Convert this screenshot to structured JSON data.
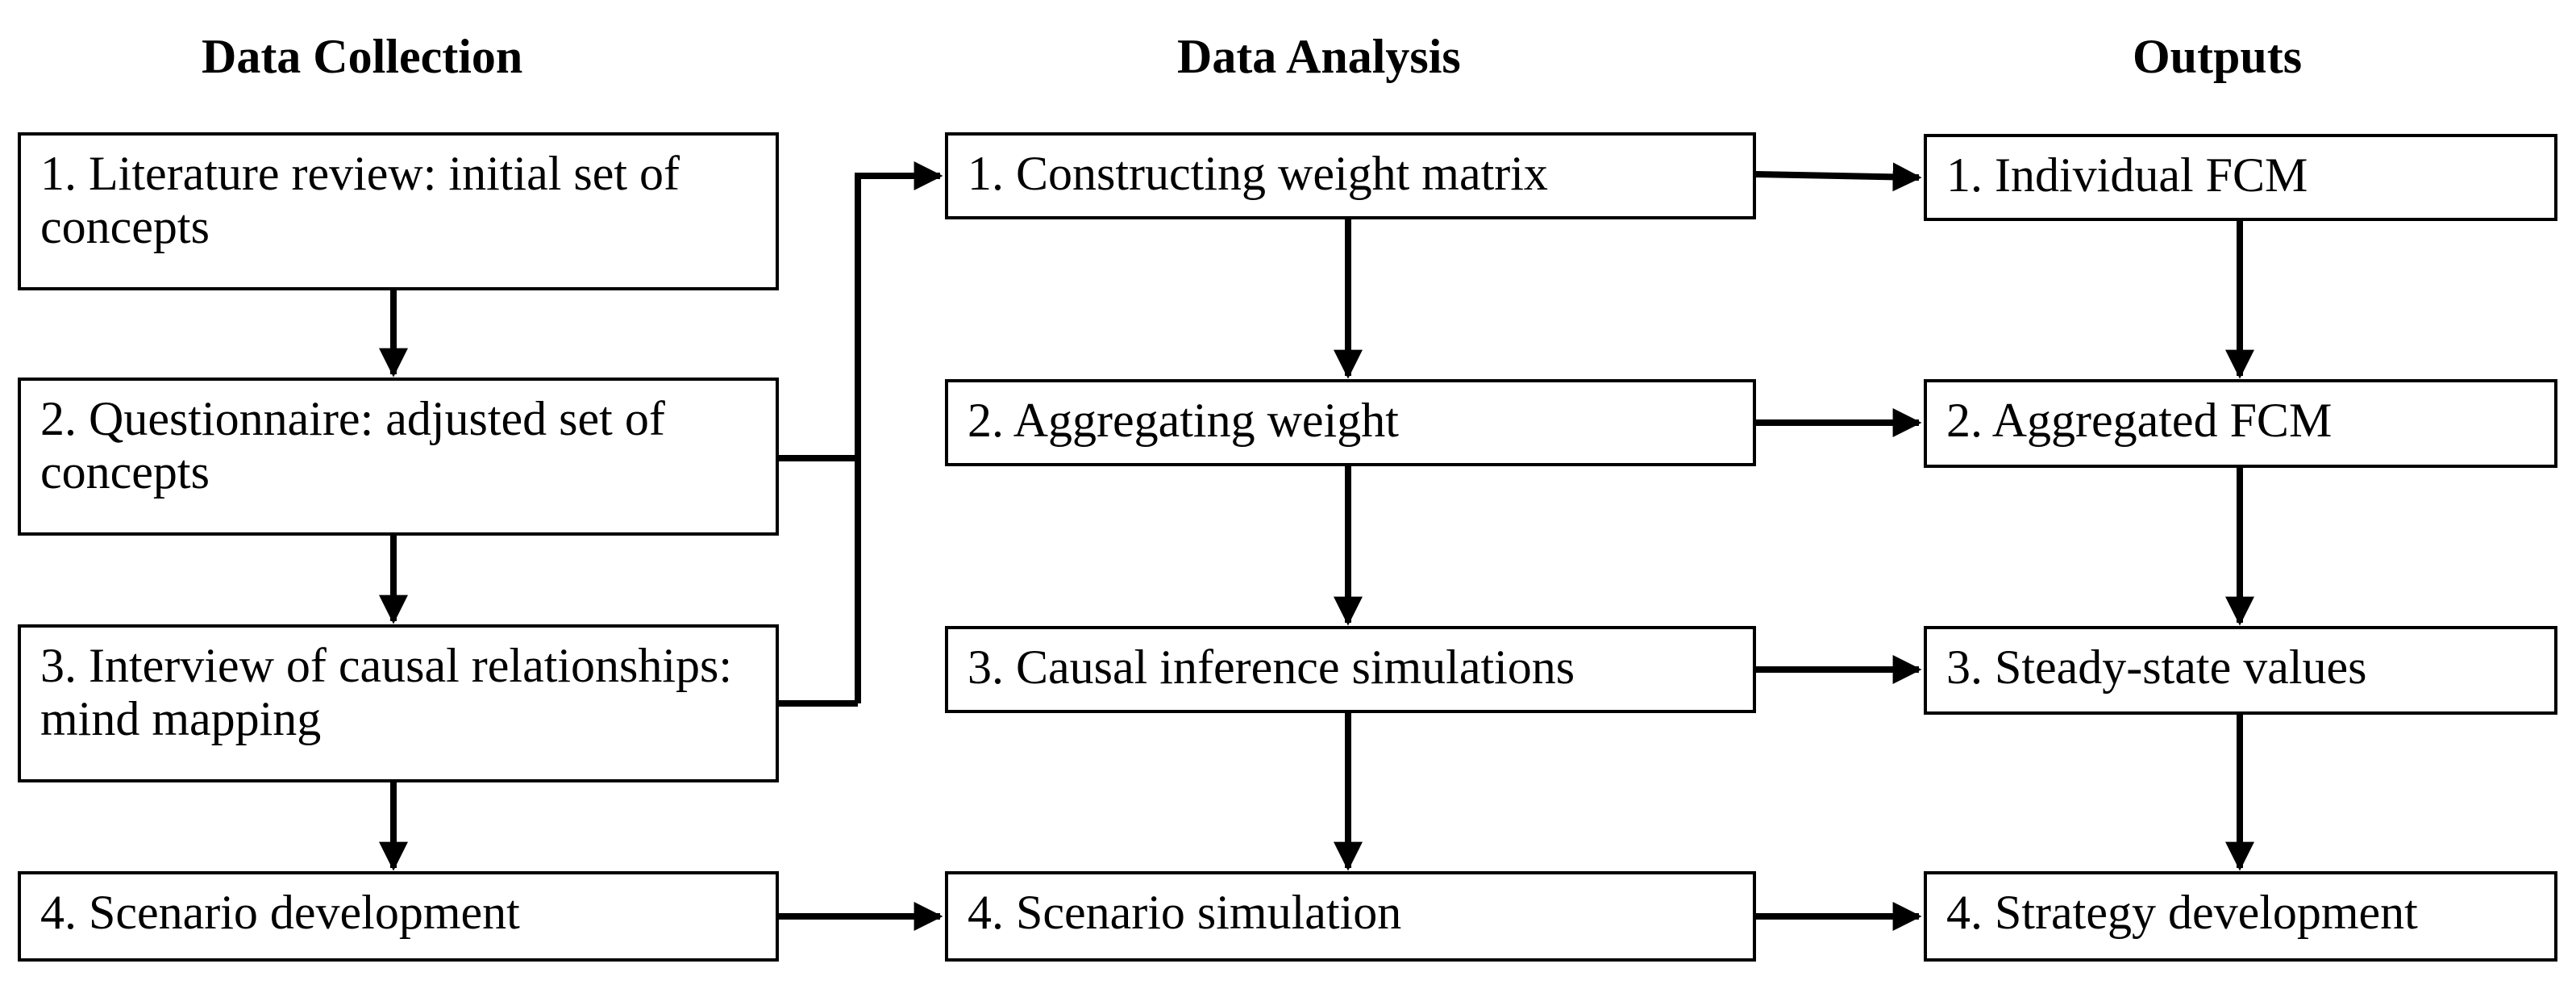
{
  "headers": {
    "collection": "Data Collection",
    "analysis": "Data Analysis",
    "outputs": "Outputs"
  },
  "collection": [
    "1. Literature review: initial set of concepts",
    "2. Questionnaire: adjusted set of concepts",
    "3. Interview of causal relationships: mind mapping",
    "4. Scenario development"
  ],
  "analysis": [
    "1. Constructing weight matrix",
    "2. Aggregating weight",
    "3. Causal inference simulations",
    "4. Scenario simulation"
  ],
  "outputs": [
    "1. Individual FCM",
    "2. Aggregated FCM",
    "3. Steady-state values",
    "4. Strategy development"
  ]
}
